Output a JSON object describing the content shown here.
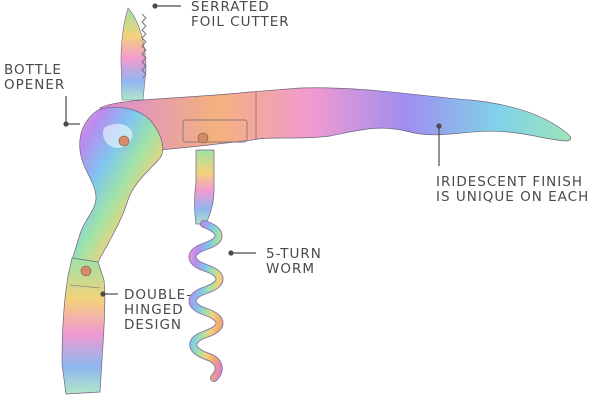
{
  "labels": {
    "serrated_foil_cutter": [
      "SERRATED",
      "FOIL CUTTER"
    ],
    "bottle_opener": [
      "BOTTLE",
      "OPENER"
    ],
    "iridescent_finish": [
      "IRIDESCENT FINISH",
      "IS UNIQUE ON EACH"
    ],
    "worm": [
      "5-TURN",
      "WORM"
    ],
    "double_hinged": [
      "DOUBLE-",
      "HINGED",
      "DESIGN"
    ]
  },
  "colors": {
    "label_text": "#4a4a4a",
    "leader_line": "#4a4a4a",
    "iridescent": [
      "#f29ad0",
      "#b88cf0",
      "#7fc6ef",
      "#9ee3a8",
      "#f2d27a",
      "#f5a86a",
      "#e07fd1"
    ]
  }
}
